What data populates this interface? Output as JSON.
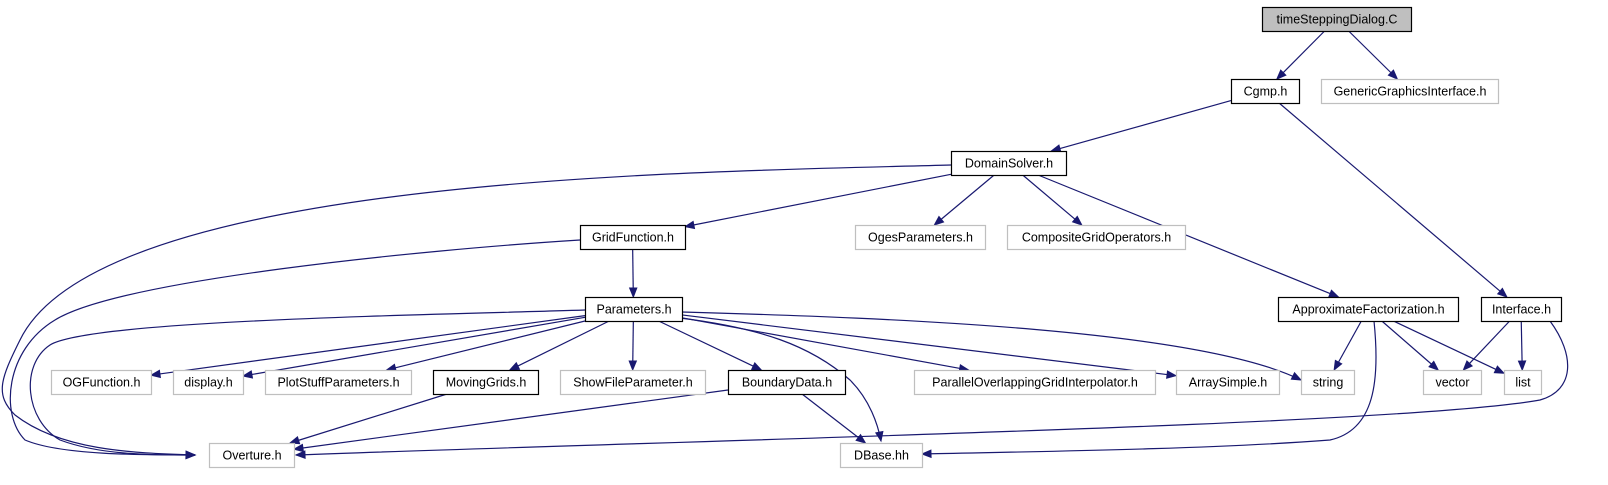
{
  "colors": {
    "edge": "#191970",
    "node_border_documented": "#000000",
    "node_border_external": "#bfbfbf",
    "root_fill": "#bfbfbf",
    "node_fill": "#ffffff"
  },
  "nodes": [
    {
      "id": "timeSteppingDialog",
      "label": "timeSteppingDialog.C",
      "kind": "root"
    },
    {
      "id": "Cgmp",
      "label": "Cgmp.h",
      "kind": "documented"
    },
    {
      "id": "GenericGraphicsInterface",
      "label": "GenericGraphicsInterface.h",
      "kind": "external"
    },
    {
      "id": "DomainSolver",
      "label": "DomainSolver.h",
      "kind": "documented"
    },
    {
      "id": "GridFunction",
      "label": "GridFunction.h",
      "kind": "documented"
    },
    {
      "id": "OgesParameters",
      "label": "OgesParameters.h",
      "kind": "external"
    },
    {
      "id": "CompositeGridOperators",
      "label": "CompositeGridOperators.h",
      "kind": "external"
    },
    {
      "id": "Parameters",
      "label": "Parameters.h",
      "kind": "documented"
    },
    {
      "id": "ApproximateFactorization",
      "label": "ApproximateFactorization.h",
      "kind": "documented"
    },
    {
      "id": "Interface",
      "label": "Interface.h",
      "kind": "documented"
    },
    {
      "id": "OGFunction",
      "label": "OGFunction.h",
      "kind": "external"
    },
    {
      "id": "display",
      "label": "display.h",
      "kind": "external"
    },
    {
      "id": "PlotStuffParameters",
      "label": "PlotStuffParameters.h",
      "kind": "external"
    },
    {
      "id": "MovingGrids",
      "label": "MovingGrids.h",
      "kind": "documented"
    },
    {
      "id": "ShowFileParameter",
      "label": "ShowFileParameter.h",
      "kind": "external"
    },
    {
      "id": "BoundaryData",
      "label": "BoundaryData.h",
      "kind": "documented"
    },
    {
      "id": "ParallelOverlappingGridInterpolator",
      "label": "ParallelOverlappingGridInterpolator.h",
      "kind": "external"
    },
    {
      "id": "ArraySimple",
      "label": "ArraySimple.h",
      "kind": "external"
    },
    {
      "id": "string",
      "label": "string",
      "kind": "external"
    },
    {
      "id": "vector",
      "label": "vector",
      "kind": "external"
    },
    {
      "id": "list",
      "label": "list",
      "kind": "external"
    },
    {
      "id": "Overture",
      "label": "Overture.h",
      "kind": "external"
    },
    {
      "id": "DBase",
      "label": "DBase.hh",
      "kind": "external"
    }
  ],
  "edges": [
    {
      "from": "timeSteppingDialog",
      "to": "Cgmp"
    },
    {
      "from": "timeSteppingDialog",
      "to": "GenericGraphicsInterface"
    },
    {
      "from": "Cgmp",
      "to": "DomainSolver"
    },
    {
      "from": "Cgmp",
      "to": "Interface"
    },
    {
      "from": "DomainSolver",
      "to": "Overture"
    },
    {
      "from": "DomainSolver",
      "to": "GridFunction"
    },
    {
      "from": "DomainSolver",
      "to": "OgesParameters"
    },
    {
      "from": "DomainSolver",
      "to": "CompositeGridOperators"
    },
    {
      "from": "DomainSolver",
      "to": "ApproximateFactorization"
    },
    {
      "from": "GridFunction",
      "to": "Overture"
    },
    {
      "from": "GridFunction",
      "to": "Parameters"
    },
    {
      "from": "Parameters",
      "to": "Overture"
    },
    {
      "from": "Parameters",
      "to": "OGFunction"
    },
    {
      "from": "Parameters",
      "to": "display"
    },
    {
      "from": "Parameters",
      "to": "PlotStuffParameters"
    },
    {
      "from": "Parameters",
      "to": "MovingGrids"
    },
    {
      "from": "Parameters",
      "to": "ShowFileParameter"
    },
    {
      "from": "Parameters",
      "to": "BoundaryData"
    },
    {
      "from": "Parameters",
      "to": "DBase"
    },
    {
      "from": "Parameters",
      "to": "ParallelOverlappingGridInterpolator"
    },
    {
      "from": "Parameters",
      "to": "ArraySimple"
    },
    {
      "from": "Parameters",
      "to": "string"
    },
    {
      "from": "MovingGrids",
      "to": "Overture"
    },
    {
      "from": "BoundaryData",
      "to": "Overture"
    },
    {
      "from": "BoundaryData",
      "to": "DBase"
    },
    {
      "from": "ApproximateFactorization",
      "to": "string"
    },
    {
      "from": "ApproximateFactorization",
      "to": "vector"
    },
    {
      "from": "ApproximateFactorization",
      "to": "list"
    },
    {
      "from": "ApproximateFactorization",
      "to": "DBase"
    },
    {
      "from": "Interface",
      "to": "vector"
    },
    {
      "from": "Interface",
      "to": "list"
    },
    {
      "from": "Interface",
      "to": "Overture"
    }
  ]
}
